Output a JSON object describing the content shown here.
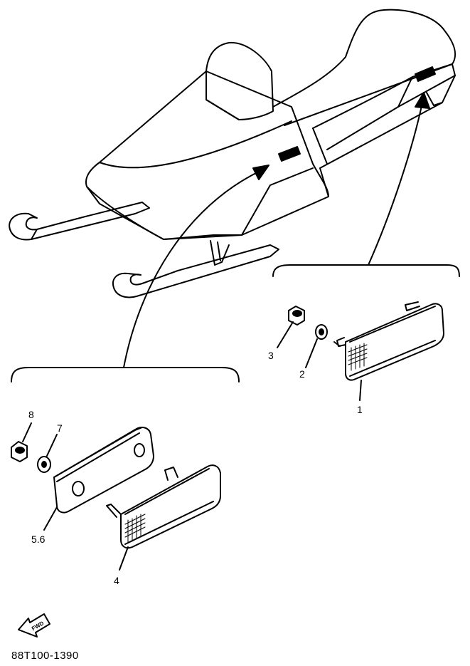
{
  "parts": [
    {
      "id": "p1",
      "label": "1"
    },
    {
      "id": "p2",
      "label": "2"
    },
    {
      "id": "p3",
      "label": "3"
    },
    {
      "id": "p4",
      "label": "4"
    },
    {
      "id": "p56",
      "label": "5.6"
    },
    {
      "id": "p7",
      "label": "7"
    },
    {
      "id": "p8",
      "label": "8"
    }
  ],
  "fwd_label": "FWD",
  "drawing_code": "88T100-1390"
}
